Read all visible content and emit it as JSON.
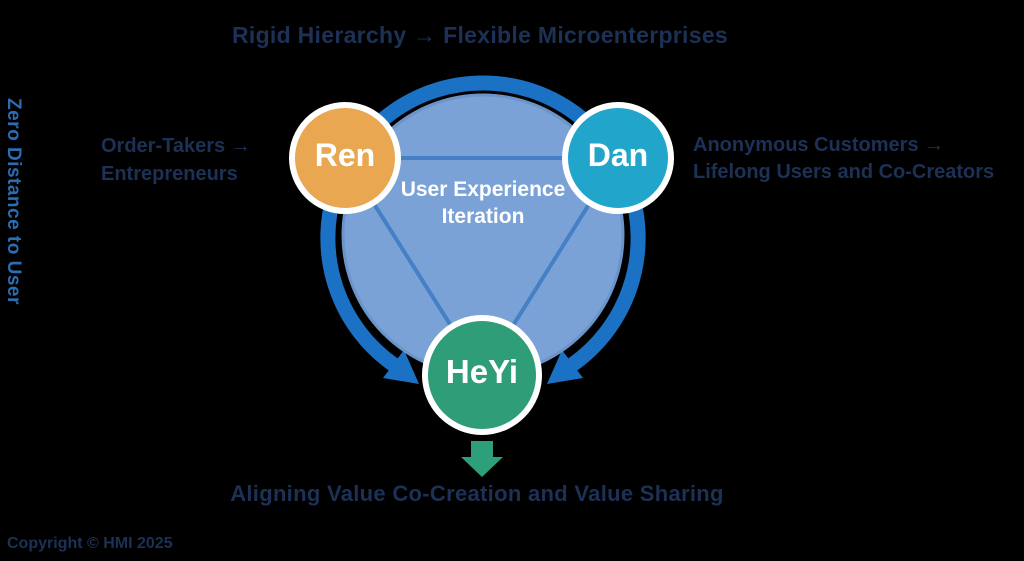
{
  "title": "Rigid Hierarchy → Flexible Microenterprises",
  "left_axis_label": "Zero Distance to User",
  "left_label": {
    "line1": "Order-Takers →",
    "line2": "Entrepreneurs"
  },
  "right_label": {
    "line1": "Anonymous Customers →",
    "line2": "Lifelong Users and Co-Creators"
  },
  "bottom_label": "Aligning Value Co-Creation and Value Sharing",
  "copyright": "Copyright © HMI 2025",
  "diagram": {
    "center_label": {
      "line1": "User Experience",
      "line2": "Iteration"
    },
    "nodes": [
      {
        "id": "ren",
        "label": "Ren"
      },
      {
        "id": "dan",
        "label": "Dan"
      },
      {
        "id": "heyi",
        "label": "HeYi"
      }
    ]
  },
  "colors": {
    "background": "#000000",
    "heading_text": "#1d3156",
    "axis_text": "#2b6cb3",
    "ring": "#1b72c4",
    "inner_circle": "#7ba2d6",
    "inner_circle_rim": "#6b94c9",
    "triangle": "#3f7cc4",
    "ren": "#e9a751",
    "dan": "#22a5cb",
    "heyi": "#2e9d78",
    "down_arrow": "#2e9f7b",
    "center_text": "#ffffff"
  }
}
